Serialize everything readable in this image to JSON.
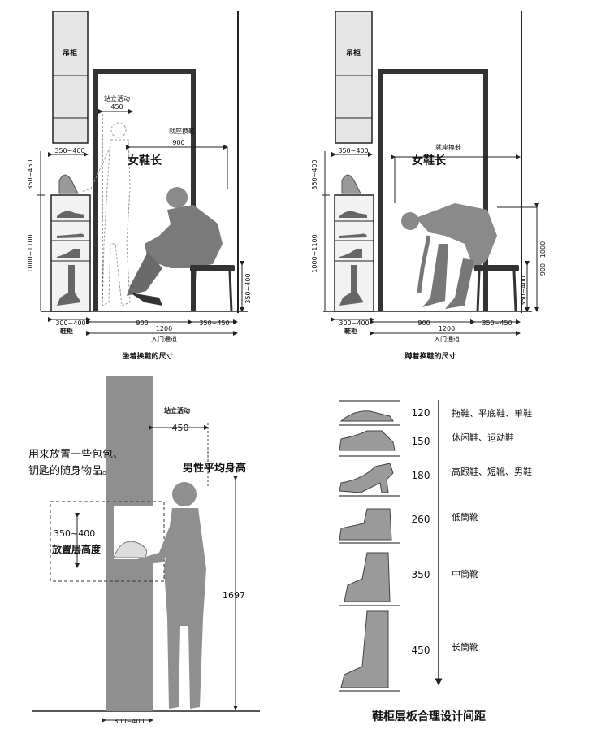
{
  "panel_tl": {
    "cabinet_top_label": "吊柜",
    "standing_label": "站立活动",
    "standing_width": "450",
    "seat_label": "就座换鞋",
    "seat_width": "900",
    "woman_label": "女鞋长",
    "top_depth": "350~400",
    "shelf_height": "350~450",
    "cabinet_height": "1000~1100",
    "stool_height": "350~400",
    "bottom_cab_depth": "300~400",
    "bottom_seat_width": "900",
    "bottom_stool_depth": "350~450",
    "bottom_total": "1200",
    "entry_label": "入门通道",
    "shoe_cab_label": "鞋柜",
    "caption": "坐着换鞋的尺寸"
  },
  "panel_tr": {
    "cabinet_top_label": "吊柜",
    "seat_label": "就座换鞋",
    "woman_label": "女鞋长",
    "top_depth": "350~400",
    "shelf_height": "350~400",
    "cabinet_height": "1000~1100",
    "stool_height": "350~400",
    "stand_height": "900~1000",
    "bottom_cab_depth": "300~400",
    "bottom_seat_width": "900",
    "bottom_stool_depth": "350~450",
    "bottom_total": "1200",
    "entry_label": "入门通道",
    "shoe_cab_label": "鞋柜",
    "caption": "蹲着换鞋的尺寸"
  },
  "panel_bl": {
    "standing_label": "站立活动",
    "standing_width": "450",
    "note_line1": "用来放置一些包包、",
    "note_line2": "钥匙的随身物品。",
    "male_label": "男性平均身高",
    "height_value": "1697",
    "shelf_range": "350~400",
    "shelf_label": "放置层高度",
    "depth": "300~400"
  },
  "panel_br": {
    "rows": [
      {
        "value": "120",
        "label": "拖鞋、平底鞋、单鞋",
        "icon": "slipper-icon"
      },
      {
        "value": "150",
        "label": "休闲鞋、运动鞋",
        "icon": "sneaker-icon"
      },
      {
        "value": "180",
        "label": "高跟鞋、短靴、男鞋",
        "icon": "heel-icon"
      },
      {
        "value": "260",
        "label": "低筒靴",
        "icon": "ankle-boot-icon"
      },
      {
        "value": "350",
        "label": "中筒靴",
        "icon": "mid-boot-icon"
      },
      {
        "value": "450",
        "label": "长筒靴",
        "icon": "tall-boot-icon"
      }
    ],
    "caption": "鞋柜层板合理设计间距"
  }
}
